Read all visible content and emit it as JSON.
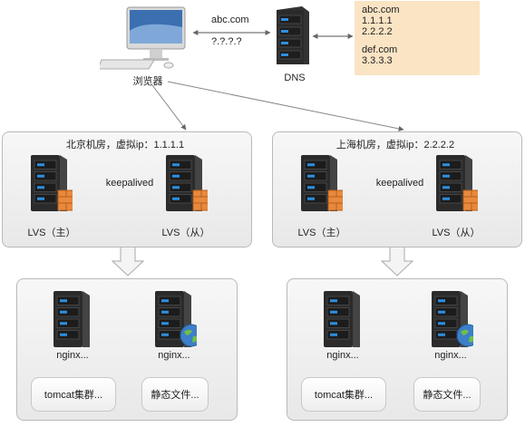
{
  "browser": {
    "label": "浏览器"
  },
  "request": {
    "domain": "abc.com",
    "ip": "?.?.?.?"
  },
  "dns": {
    "label": "DNS",
    "records": [
      {
        "domain": "abc.com",
        "ips": [
          "1.1.1.1",
          "2.2.2.2"
        ]
      },
      {
        "domain": "def.com",
        "ips": [
          "3.3.3.3"
        ]
      }
    ]
  },
  "datacenters": [
    {
      "title": "北京机房，虚拟ip：1.1.1.1",
      "keepalived": "keepalived",
      "lvs_master": "LVS（主）",
      "lvs_slave": "LVS（从）",
      "nginx_a": "nginx...",
      "nginx_b": "nginx...",
      "backend_a": "tomcat集群...",
      "backend_b": "静态文件..."
    },
    {
      "title": "上海机房，虚拟ip：2.2.2.2",
      "keepalived": "keepalived",
      "lvs_master": "LVS（主）",
      "lvs_slave": "LVS（从）",
      "nginx_a": "nginx...",
      "nginx_b": "nginx...",
      "backend_a": "tomcat集群...",
      "backend_b": "静态文件..."
    }
  ],
  "colors": {
    "server_body": "#2b2b2b",
    "server_led": "#2d8fe0",
    "firewall": "#e8893c",
    "globe": "#3d7fc9",
    "note_bg": "#fbe4c4"
  }
}
